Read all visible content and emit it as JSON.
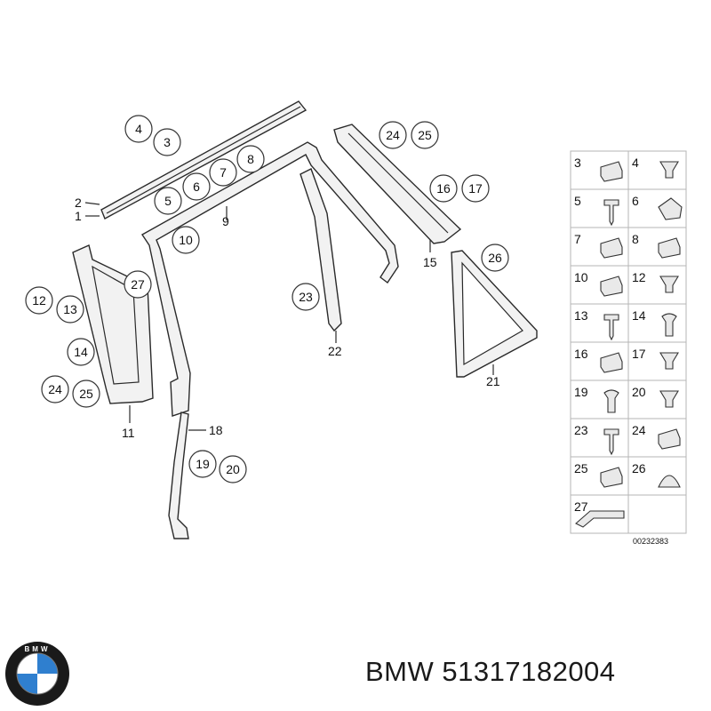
{
  "brand": "BMW",
  "part_number": "51317182004",
  "diagram_code": "00232383",
  "logo_text": "BMW",
  "colors": {
    "logo_blue": "#2f7fcf",
    "logo_ring": "#1a1a1a",
    "stroke": "#2a2a2a"
  },
  "callouts": [
    {
      "id": "c1",
      "text": "1"
    },
    {
      "id": "c2",
      "text": "2"
    },
    {
      "id": "c3",
      "text": "3"
    },
    {
      "id": "c4",
      "text": "4"
    },
    {
      "id": "c5",
      "text": "5"
    },
    {
      "id": "c6",
      "text": "6"
    },
    {
      "id": "c7",
      "text": "7"
    },
    {
      "id": "c8",
      "text": "8"
    },
    {
      "id": "c9",
      "text": "9"
    },
    {
      "id": "c10",
      "text": "10"
    },
    {
      "id": "c11",
      "text": "11"
    },
    {
      "id": "c12",
      "text": "12"
    },
    {
      "id": "c13",
      "text": "13"
    },
    {
      "id": "c14",
      "text": "14"
    },
    {
      "id": "c15",
      "text": "15"
    },
    {
      "id": "c16",
      "text": "16"
    },
    {
      "id": "c17",
      "text": "17"
    },
    {
      "id": "c18",
      "text": "18"
    },
    {
      "id": "c19",
      "text": "19"
    },
    {
      "id": "c20",
      "text": "20"
    },
    {
      "id": "c21",
      "text": "21"
    },
    {
      "id": "c22",
      "text": "22"
    },
    {
      "id": "c23",
      "text": "23"
    },
    {
      "id": "c24a",
      "text": "24"
    },
    {
      "id": "c25a",
      "text": "25"
    },
    {
      "id": "c24b",
      "text": "24"
    },
    {
      "id": "c25b",
      "text": "25"
    },
    {
      "id": "c26",
      "text": "26"
    },
    {
      "id": "c27",
      "text": "27"
    }
  ],
  "legend": [
    {
      "num": "3",
      "icon": "clip-icon"
    },
    {
      "num": "4",
      "icon": "plug-icon"
    },
    {
      "num": "5",
      "icon": "screw-icon"
    },
    {
      "num": "6",
      "icon": "nut-clip-icon"
    },
    {
      "num": "7",
      "icon": "clip-icon"
    },
    {
      "num": "8",
      "icon": "clip-icon"
    },
    {
      "num": "10",
      "icon": "clip-icon"
    },
    {
      "num": "12",
      "icon": "plug-icon"
    },
    {
      "num": "13",
      "icon": "screw-icon"
    },
    {
      "num": "14",
      "icon": "rivet-icon"
    },
    {
      "num": "16",
      "icon": "clip-icon"
    },
    {
      "num": "17",
      "icon": "plug-icon"
    },
    {
      "num": "19",
      "icon": "rivet-icon"
    },
    {
      "num": "20",
      "icon": "plug-icon"
    },
    {
      "num": "23",
      "icon": "screw-icon"
    },
    {
      "num": "24",
      "icon": "clip-icon"
    },
    {
      "num": "25",
      "icon": "clip-icon"
    },
    {
      "num": "26",
      "icon": "cap-icon"
    },
    {
      "num": "27",
      "icon": "tape-arrow-icon"
    }
  ]
}
